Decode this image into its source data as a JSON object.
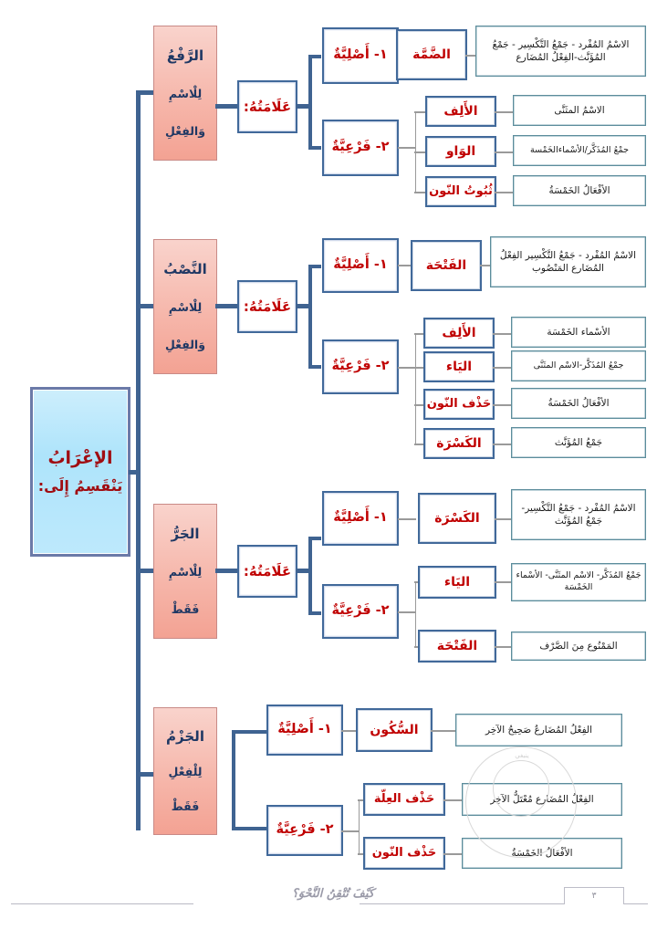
{
  "document": {
    "footer_title": "كَيْفَ تُتْقِنُ النَّحْوَ؟",
    "page_number": "٣",
    "watermark": "ينبغي"
  },
  "colors": {
    "root_fill": "#aee4fb",
    "root_border": "#6b7aa8",
    "root_text": "#a00d12",
    "case_fill": "#f6b7ab",
    "case_border": "#c98a86",
    "case_text": "#1f3864",
    "sign_text": "#c00000",
    "sign_border": "#41699a",
    "leaf_border": "#5b8c9b",
    "leaf_text": "#1a1a1a",
    "connector": "#4a6f9e"
  },
  "root": {
    "line1": "الإعْرَابُ",
    "line2": "يَنْقَسِمُ إِلَى:"
  },
  "shared": {
    "alamatuhu": "عَلَامَتُهُ:",
    "asliyya": "١- أَصْلِيَّةٌ",
    "far3iyya": "٢- فَرْعِيَّةٌ"
  },
  "branches": [
    {
      "id": "raf3",
      "case": {
        "line1": "الرَّفْعُ",
        "line2": "لِلْاسْمِ",
        "line3": "وَالفِعْلِ"
      },
      "alamatuhu": "عَلَامَتُهُ:",
      "groups": [
        {
          "type": "١- أَصْلِيَّةٌ",
          "signs": [
            {
              "sign": "الضَّمَّة",
              "examples": "الاسْمُ المُفْرد - جَمْعُ التَّكْسِير - جَمْعُ المُؤَنَّث-الفِعْلُ المُضَارع"
            }
          ]
        },
        {
          "type": "٢- فَرْعِيَّةٌ",
          "signs": [
            {
              "sign": "الأَلِف",
              "examples": "الاسْمُ المثَنَّى"
            },
            {
              "sign": "الوَاو",
              "examples": "جمْعُ المُذَكَّر/الأسْماءالخَمْسة"
            },
            {
              "sign": "ثُبُوتُ النّون",
              "examples": "الأفْعَالُ الخَمْسَةُ"
            }
          ]
        }
      ]
    },
    {
      "id": "nasb",
      "case": {
        "line1": "النَّصْبُ",
        "line2": "لِلْاسْمِ",
        "line3": "وَالفِعْلِ"
      },
      "alamatuhu": "عَلَامَتُهُ:",
      "groups": [
        {
          "type": "١- أَصْلِيَّةٌ",
          "signs": [
            {
              "sign": "الفَتْحَة",
              "examples": "الاسْمُ المُفْرد - جَمْعُ التَّكْسِير الفِعْلُ المُضَارع المَنْصُوب"
            }
          ]
        },
        {
          "type": "٢- فَرْعِيَّةٌ",
          "signs": [
            {
              "sign": "الأَلِف",
              "examples": "الأسْماء الخَمْسَة"
            },
            {
              "sign": "اليَاء",
              "examples": "جمْعُ المُذَكَّر-الاسْم المثَنَّى"
            },
            {
              "sign": "حَذْف النّون",
              "examples": "الأفْعَالُ الخَمْسَةُ"
            },
            {
              "sign": "الكَسْرَة",
              "examples": "جَمْعُ المُؤَنَّث"
            }
          ]
        }
      ]
    },
    {
      "id": "jarr",
      "case": {
        "line1": "الجَرُّ",
        "line2": "لِلْاسْمِ",
        "line3": "فَقَطْ"
      },
      "alamatuhu": "عَلَامَتُهُ:",
      "groups": [
        {
          "type": "١- أَصْلِيَّةٌ",
          "signs": [
            {
              "sign": "الكَسْرَة",
              "examples": "الاسْمُ المُفْرد - جَمْعُ التَّكْسِير- جَمْعُ المُؤَنَّث"
            }
          ]
        },
        {
          "type": "٢- فَرْعِيَّةٌ",
          "signs": [
            {
              "sign": "اليَاء",
              "examples": "جَمْعُ المُذَكَّر- الاسْم المثَنَّى- الأسْماء الخَمْسَة"
            },
            {
              "sign": "الفَتْحَة",
              "examples": "المَمْنُوع مِنَ الصَّرْف"
            }
          ]
        }
      ]
    },
    {
      "id": "jazm",
      "case": {
        "line1": "الجَزْمُ",
        "line2": "لِلْفِعْلِ",
        "line3": "فَقَطْ"
      },
      "alamatuhu": "",
      "groups": [
        {
          "type": "١- أَصْلِيَّةٌ",
          "signs": [
            {
              "sign": "السُّكُون",
              "examples": "الفِعْلُ المُضَارعُ صَحِيحُ الآخِر"
            }
          ]
        },
        {
          "type": "٢- فَرْعِيَّةٌ",
          "signs": [
            {
              "sign": "حَذْف العِلّة",
              "examples": "الفِعْلُ المُضَارع مُعْتَلُّ الآخِر"
            },
            {
              "sign": "حَذْف النّون",
              "examples": "الأفْعَالُ الخَمْسَةُ"
            }
          ]
        }
      ]
    }
  ]
}
